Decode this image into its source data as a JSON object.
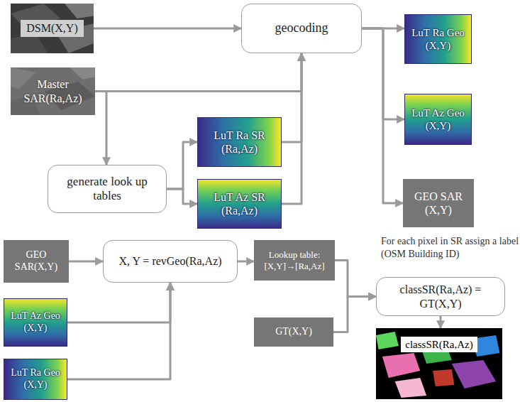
{
  "diagram": {
    "nodes": [
      {
        "text": [
          "DSM(X,Y)"
        ]
      },
      {
        "text": [
          "geocoding"
        ]
      },
      {
        "text": [
          "LuT Ra Geo (X,Y)"
        ]
      },
      {
        "text": [
          "Master SAR(Ra,Az)"
        ]
      },
      {
        "text": [
          "LuT Az Geo (X,Y)"
        ]
      },
      {
        "text": [
          "LuT Ra SR (Ra,Az)"
        ]
      },
      {
        "text": [
          "generate look up tables"
        ]
      },
      {
        "text": [
          "LuT Az SR (Ra,Az)"
        ]
      },
      {
        "text": [
          "GEO SAR (X,Y)"
        ]
      },
      {
        "text": [
          "GEO SAR(X,Y)"
        ]
      },
      {
        "text": [
          "X, Y = revGeo(Ra,Az)"
        ]
      },
      {
        "text": [
          "Lookup table: [X,Y]→[Ra,Az]"
        ]
      },
      {
        "text": [
          "LuT Az Geo (X,Y)"
        ]
      },
      {
        "text": [
          "GT(X,Y)"
        ]
      },
      {
        "text": [
          "classSR(Ra,Az) = GT(X,Y)"
        ]
      },
      {
        "text": [
          "LuT Ra Geo (X,Y)"
        ]
      },
      {
        "text": [
          "classSR(Ra,Az)"
        ]
      }
    ],
    "edges": [
      {
        "from": 0,
        "to": 1,
        "arrow": "to"
      },
      {
        "from": 3,
        "to": 1,
        "arrow": "to"
      },
      {
        "from": 3,
        "to": 6,
        "arrow": "to"
      },
      {
        "from": 6,
        "to": 5,
        "arrow": "to"
      },
      {
        "from": 6,
        "to": 7,
        "arrow": "to"
      },
      {
        "from": 5,
        "to": 1,
        "arrow": "to"
      },
      {
        "from": 7,
        "to": 1,
        "arrow": "to"
      },
      {
        "from": 1,
        "to": 2,
        "arrow": "to"
      },
      {
        "from": 1,
        "to": 4,
        "arrow": "to"
      },
      {
        "from": 1,
        "to": 8,
        "arrow": "to"
      },
      {
        "from": 9,
        "to": 10,
        "arrow": "to"
      },
      {
        "from": 12,
        "to": 10,
        "arrow": "to"
      },
      {
        "from": 15,
        "to": 10,
        "arrow": "to"
      },
      {
        "from": 10,
        "to": 11,
        "arrow": "to"
      },
      {
        "from": 11,
        "to": 14,
        "arrow": "to"
      },
      {
        "from": 13,
        "to": 14,
        "arrow": "to"
      },
      {
        "from": 14,
        "to": 16,
        "arrow": "to"
      }
    ],
    "labels": [
      "For each pixel in SR assign a label (OSM Building ID)"
    ]
  }
}
